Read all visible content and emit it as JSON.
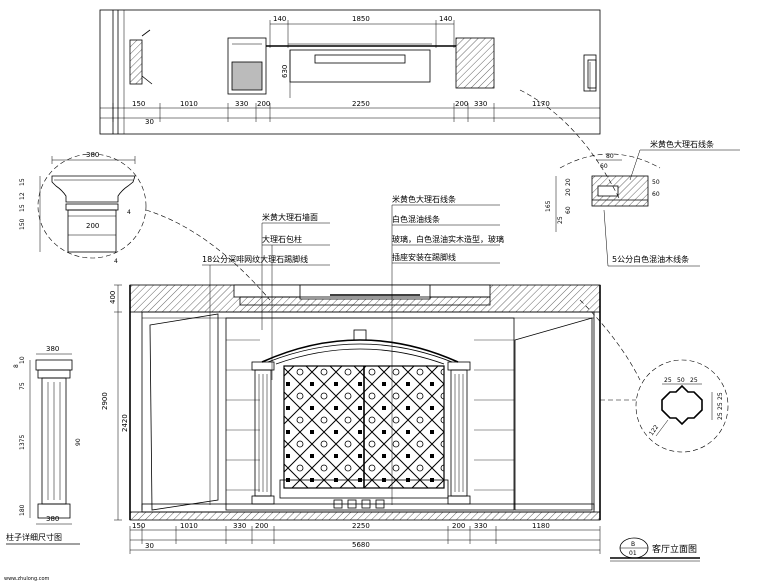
{
  "plan": {
    "dims_top": [
      "140",
      "1850",
      "140"
    ],
    "dims_bottom": [
      "150",
      "1010",
      "330",
      "200",
      "2250",
      "200",
      "330",
      "1170"
    ],
    "dim_30": "30",
    "dim_vertical": "630"
  },
  "elevation": {
    "dims_bottom": [
      "150",
      "1010",
      "330",
      "200",
      "2250",
      "200",
      "330",
      "1180"
    ],
    "dim_30": "30",
    "dim_total": "5680",
    "dims_left": [
      "400",
      "2900",
      "2420"
    ]
  },
  "labels": {
    "left1": "米黄大理石墙面",
    "left2": "大理石包柱",
    "left3": "18公分深啡网纹大理石踢脚线",
    "right1": "米黄色大理石线条",
    "right2": "白色混油线条",
    "right3": "玻璃，白色混油实木造型，玻璃",
    "right4": "插座安装在踢脚线",
    "corner_top": "米黄色大理石线条",
    "corner_bottom": "5公分白色混油木线条"
  },
  "detail_capital": {
    "top": "380",
    "bottom": "200",
    "side": [
      "15",
      "12",
      "15",
      "150"
    ],
    "small": "4"
  },
  "detail_column": {
    "top": "380",
    "left": [
      "8",
      "10",
      "75",
      "1375",
      "180"
    ],
    "right": "90"
  },
  "detail_corner": {
    "top": [
      "80",
      "60"
    ],
    "left": [
      "165",
      "25",
      "60",
      "20",
      "20"
    ],
    "right": [
      "60",
      "50"
    ]
  },
  "detail_round": {
    "top": [
      "25",
      "50",
      "25"
    ],
    "right": [
      "25",
      "25",
      "25"
    ],
    "slant": "122"
  },
  "captions": {
    "column_title": "柱子详细尺寸图",
    "main_title": "客厅立面图",
    "logo_top": "B",
    "logo_bottom": "01"
  },
  "footer": "www.zhulong.com"
}
